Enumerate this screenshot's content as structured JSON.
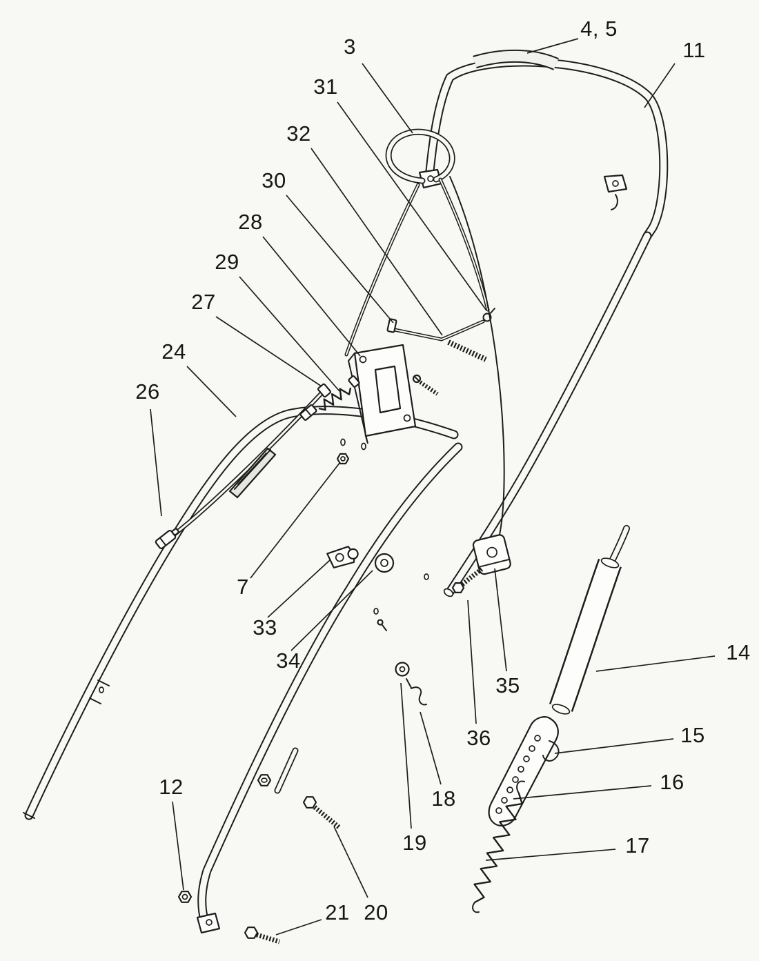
{
  "diagram": {
    "kind": "exploded-parts-diagram",
    "subject": "Handle and control assembly line drawing with numbered part callouts",
    "colors": {
      "background": "#f8f8f5",
      "line": "#1d1d1d",
      "label": "#161616"
    },
    "callouts": [
      {
        "part": "3"
      },
      {
        "part": "4, 5"
      },
      {
        "part": "11"
      },
      {
        "part": "31"
      },
      {
        "part": "32"
      },
      {
        "part": "30"
      },
      {
        "part": "28"
      },
      {
        "part": "29"
      },
      {
        "part": "27"
      },
      {
        "part": "24"
      },
      {
        "part": "26"
      },
      {
        "part": "7"
      },
      {
        "part": "33"
      },
      {
        "part": "34"
      },
      {
        "part": "35"
      },
      {
        "part": "36"
      },
      {
        "part": "14"
      },
      {
        "part": "15"
      },
      {
        "part": "16"
      },
      {
        "part": "17"
      },
      {
        "part": "18"
      },
      {
        "part": "19"
      },
      {
        "part": "12"
      },
      {
        "part": "21"
      },
      {
        "part": "20"
      }
    ]
  }
}
